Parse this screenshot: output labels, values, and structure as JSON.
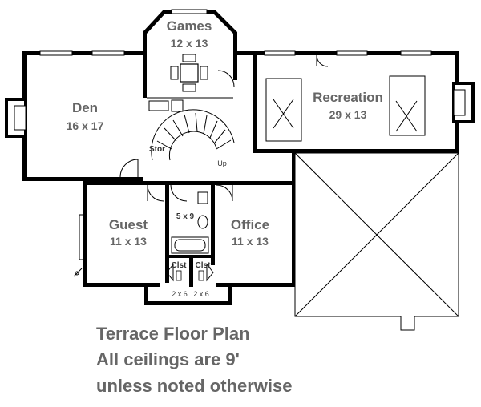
{
  "rooms": {
    "games": {
      "name": "Games",
      "size": "12 x 13"
    },
    "den": {
      "name": "Den",
      "size": "16 x 17"
    },
    "recreation": {
      "name": "Recreation",
      "size": "29 x 13"
    },
    "guest": {
      "name": "Guest",
      "size": "11 x 13"
    },
    "office": {
      "name": "Office",
      "size": "11 x 13"
    },
    "bath": {
      "size": "5 x 9"
    },
    "storage": {
      "name": "Stor"
    },
    "stairs": {
      "label": "Up"
    },
    "closet_left": {
      "name": "Clst",
      "size": "2 x 6"
    },
    "closet_right": {
      "name": "Clst",
      "size": "2 x 6"
    }
  },
  "caption": {
    "line1": "Terrace Floor Plan",
    "line2": "All ceilings are 9'",
    "line3": "unless noted otherwise"
  }
}
